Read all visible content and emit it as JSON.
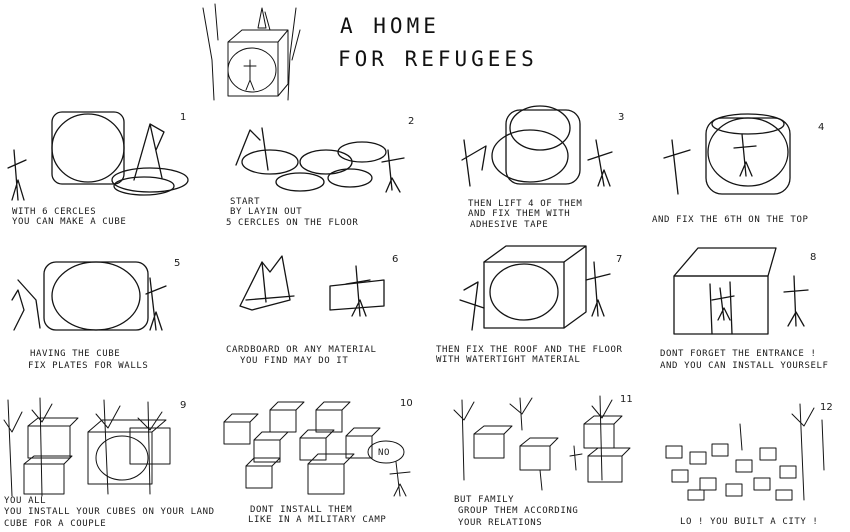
{
  "title": {
    "line1": "A HOME",
    "line2": "FOR REFUGEES"
  },
  "panels": [
    {
      "number": "1",
      "caption": [
        "WITH 6 CERCLES",
        "YOU CAN MAKE A CUBE"
      ]
    },
    {
      "number": "2",
      "caption": [
        "START",
        "BY LAYIN OUT",
        "5 CERCLES ON THE FLOOR"
      ]
    },
    {
      "number": "3",
      "caption": [
        "THEN LIFT 4 OF THEM",
        "AND FIX THEM WITH",
        "ADHESIVE TAPE"
      ]
    },
    {
      "number": "4",
      "caption": [
        "AND FIX THE 6TH ON THE TOP"
      ]
    },
    {
      "number": "5",
      "caption": [
        "HAVING THE CUBE",
        "FIX PLATES FOR WALLS"
      ]
    },
    {
      "number": "6",
      "caption": [
        "CARDBOARD OR ANY MATERIAL",
        "YOU FIND MAY DO IT"
      ]
    },
    {
      "number": "7",
      "caption": [
        "THEN FIX THE ROOF AND THE FLOOR",
        "WITH WATERTIGHT MATERIAL"
      ]
    },
    {
      "number": "8",
      "caption": [
        "DONT FORGET THE ENTRANCE !",
        "AND YOU CAN INSTALL YOURSELF"
      ]
    },
    {
      "number": "9",
      "caption": [
        "YOU ALL",
        "YOU INSTALL YOUR CUBES ON YOUR LAND",
        "CUBE FOR A COUPLE"
      ]
    },
    {
      "number": "10",
      "caption": [
        "DONT INSTALL THEM",
        "LIKE IN A MILITARY CAMP"
      ],
      "speech": "NO"
    },
    {
      "number": "11",
      "caption": [
        "BUT FAMILY",
        "GROUP THEM ACCORDING",
        "YOUR RELATIONS"
      ]
    },
    {
      "number": "12",
      "caption": [
        "LO ! YOU BUILT A CITY !"
      ]
    }
  ]
}
